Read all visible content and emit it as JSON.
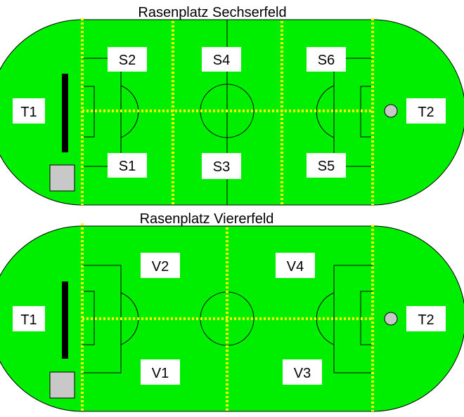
{
  "colors": {
    "field": "#00ee00",
    "outline": "#000000",
    "divider": "#ffff00",
    "box": "#ffffff",
    "goal_post": "#000000",
    "grey_box": "#c8c8c8"
  },
  "field_top": {
    "title": "Rasenplatz Sechserfeld",
    "labels": {
      "t1": "T1",
      "t2": "T2",
      "s1": "S1",
      "s2": "S2",
      "s3": "S3",
      "s4": "S4",
      "s5": "S5",
      "s6": "S6"
    }
  },
  "field_bottom": {
    "title": "Rasenplatz Viererfeld",
    "labels": {
      "t1": "T1",
      "t2": "T2",
      "v1": "V1",
      "v2": "V2",
      "v3": "V3",
      "v4": "V4"
    }
  }
}
